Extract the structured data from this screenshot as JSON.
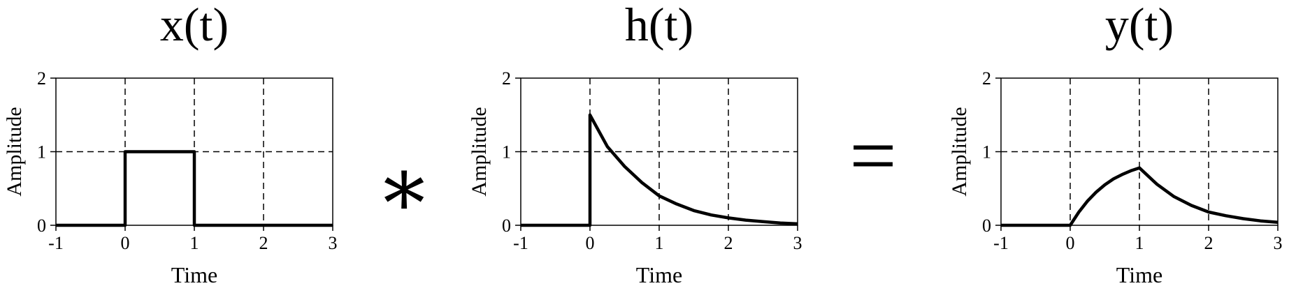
{
  "chart_data": [
    {
      "type": "line",
      "title": "x(t)",
      "xlabel": "Time",
      "ylabel": "Amplitude",
      "xlim": [
        -1,
        3
      ],
      "ylim": [
        0,
        2
      ],
      "xticks": [
        "-1",
        "0",
        "1",
        "2",
        "3"
      ],
      "yticks": [
        "0",
        "1",
        "2"
      ],
      "grid": "dashed",
      "series": [
        {
          "x": [
            -1,
            0,
            0,
            1,
            1,
            3
          ],
          "y": [
            0,
            0,
            1,
            1,
            0,
            0
          ]
        }
      ]
    },
    {
      "type": "line",
      "title": "h(t)",
      "xlabel": "Time",
      "ylabel": "Amplitude",
      "xlim": [
        -1,
        3
      ],
      "ylim": [
        0,
        2
      ],
      "xticks": [
        "-1",
        "0",
        "1",
        "2",
        "3"
      ],
      "yticks": [
        "0",
        "1",
        "2"
      ],
      "grid": "dashed",
      "series": [
        {
          "x": [
            -1,
            0,
            0,
            0.25,
            0.5,
            0.75,
            1,
            1.25,
            1.5,
            1.75,
            2,
            2.25,
            2.5,
            2.75,
            3
          ],
          "y": [
            0,
            0,
            1.5,
            1.07,
            0.8,
            0.58,
            0.4,
            0.29,
            0.2,
            0.14,
            0.1,
            0.07,
            0.05,
            0.03,
            0.02
          ]
        }
      ]
    },
    {
      "type": "line",
      "title": "y(t)",
      "xlabel": "Time",
      "ylabel": "Amplitude",
      "xlim": [
        -1,
        3
      ],
      "ylim": [
        0,
        2
      ],
      "xticks": [
        "-1",
        "0",
        "1",
        "2",
        "3"
      ],
      "yticks": [
        "0",
        "1",
        "2"
      ],
      "grid": "dashed",
      "series": [
        {
          "x": [
            -1,
            0,
            0.125,
            0.25,
            0.375,
            0.5,
            0.625,
            0.75,
            0.875,
            1,
            1.25,
            1.5,
            1.75,
            2,
            2.25,
            2.5,
            2.75,
            3
          ],
          "y": [
            0,
            0,
            0.18,
            0.33,
            0.45,
            0.55,
            0.63,
            0.69,
            0.74,
            0.78,
            0.56,
            0.39,
            0.27,
            0.18,
            0.13,
            0.09,
            0.06,
            0.04
          ]
        }
      ]
    }
  ],
  "operators": {
    "convolve": "∗",
    "equals": "="
  }
}
